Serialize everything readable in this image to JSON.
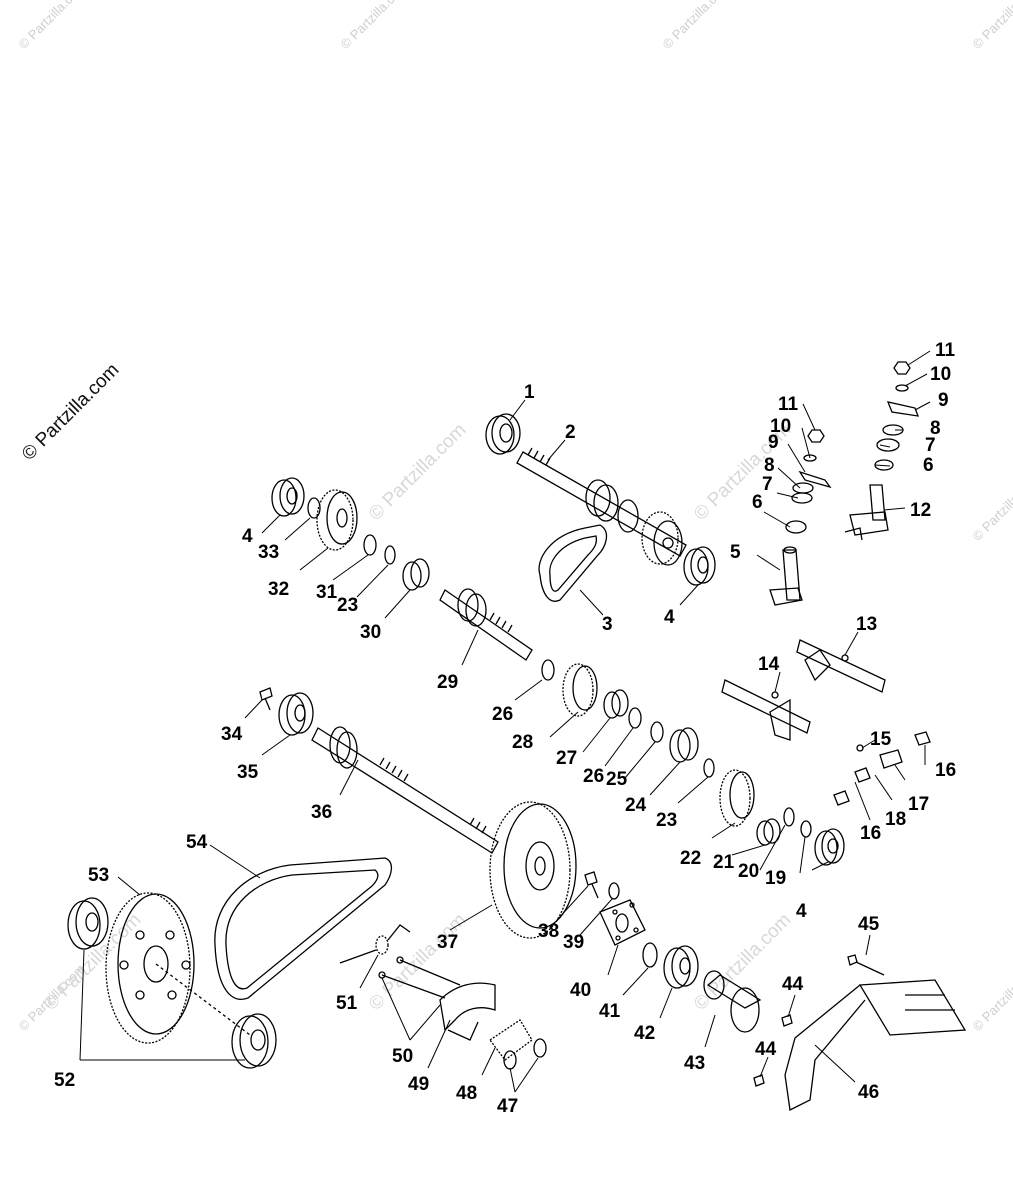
{
  "watermark": {
    "main_text": "© Partzilla.com",
    "corner_text": "© Partzilla.com"
  },
  "diagram": {
    "line_color": "#000000",
    "background": "#ffffff",
    "callouts": [
      {
        "id": "c1",
        "text": "1"
      },
      {
        "id": "c2",
        "text": "2"
      },
      {
        "id": "c3",
        "text": "3"
      },
      {
        "id": "c4a",
        "text": "4"
      },
      {
        "id": "c4b",
        "text": "4"
      },
      {
        "id": "c4c",
        "text": "4"
      },
      {
        "id": "c5",
        "text": "5"
      },
      {
        "id": "c6a",
        "text": "6"
      },
      {
        "id": "c6b",
        "text": "6"
      },
      {
        "id": "c7a",
        "text": "7"
      },
      {
        "id": "c7b",
        "text": "7"
      },
      {
        "id": "c8a",
        "text": "8"
      },
      {
        "id": "c8b",
        "text": "8"
      },
      {
        "id": "c9a",
        "text": "9"
      },
      {
        "id": "c9b",
        "text": "9"
      },
      {
        "id": "c10a",
        "text": "10"
      },
      {
        "id": "c10b",
        "text": "10"
      },
      {
        "id": "c11a",
        "text": "11"
      },
      {
        "id": "c11b",
        "text": "11"
      },
      {
        "id": "c12",
        "text": "12"
      },
      {
        "id": "c13",
        "text": "13"
      },
      {
        "id": "c14",
        "text": "14"
      },
      {
        "id": "c15",
        "text": "15"
      },
      {
        "id": "c16a",
        "text": "16"
      },
      {
        "id": "c16b",
        "text": "16"
      },
      {
        "id": "c17",
        "text": "17"
      },
      {
        "id": "c18",
        "text": "18"
      },
      {
        "id": "c19",
        "text": "19"
      },
      {
        "id": "c20",
        "text": "20"
      },
      {
        "id": "c21",
        "text": "21"
      },
      {
        "id": "c22",
        "text": "22"
      },
      {
        "id": "c23a",
        "text": "23"
      },
      {
        "id": "c23b",
        "text": "23"
      },
      {
        "id": "c24",
        "text": "24"
      },
      {
        "id": "c25",
        "text": "25"
      },
      {
        "id": "c26a",
        "text": "26"
      },
      {
        "id": "c26b",
        "text": "26"
      },
      {
        "id": "c27",
        "text": "27"
      },
      {
        "id": "c28",
        "text": "28"
      },
      {
        "id": "c29",
        "text": "29"
      },
      {
        "id": "c30",
        "text": "30"
      },
      {
        "id": "c31",
        "text": "31"
      },
      {
        "id": "c32",
        "text": "32"
      },
      {
        "id": "c33",
        "text": "33"
      },
      {
        "id": "c34",
        "text": "34"
      },
      {
        "id": "c35",
        "text": "35"
      },
      {
        "id": "c36",
        "text": "36"
      },
      {
        "id": "c37",
        "text": "37"
      },
      {
        "id": "c38",
        "text": "38"
      },
      {
        "id": "c39",
        "text": "39"
      },
      {
        "id": "c40",
        "text": "40"
      },
      {
        "id": "c41",
        "text": "41"
      },
      {
        "id": "c42",
        "text": "42"
      },
      {
        "id": "c43",
        "text": "43"
      },
      {
        "id": "c44a",
        "text": "44"
      },
      {
        "id": "c44b",
        "text": "44"
      },
      {
        "id": "c45",
        "text": "45"
      },
      {
        "id": "c46",
        "text": "46"
      },
      {
        "id": "c47",
        "text": "47"
      },
      {
        "id": "c48",
        "text": "48"
      },
      {
        "id": "c49",
        "text": "49"
      },
      {
        "id": "c50",
        "text": "50"
      },
      {
        "id": "c51",
        "text": "51"
      },
      {
        "id": "c52",
        "text": "52"
      },
      {
        "id": "c53",
        "text": "53"
      },
      {
        "id": "c54",
        "text": "54"
      }
    ]
  }
}
